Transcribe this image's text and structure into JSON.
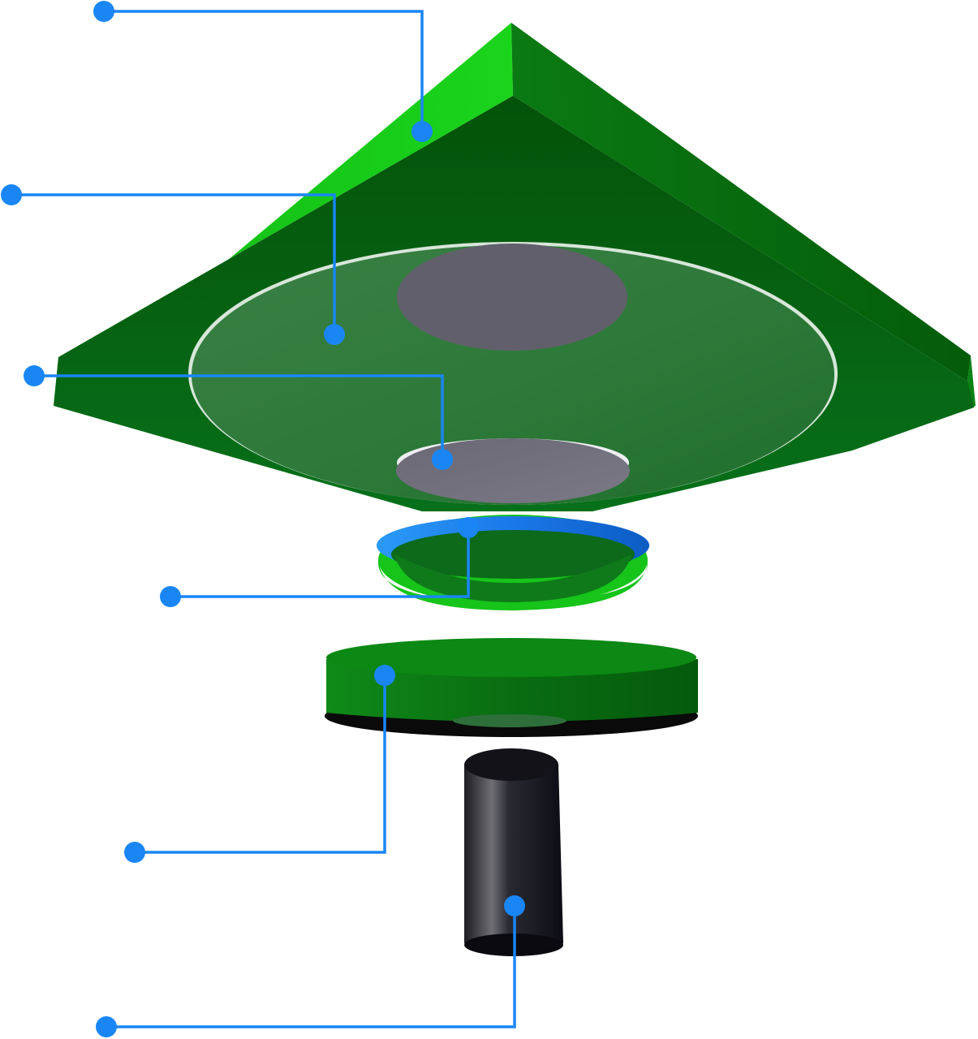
{
  "diagram": {
    "type": "exploded-assembly",
    "label_text": [],
    "colors": {
      "background": "#ffffff",
      "callout": "#1a86f5",
      "green_bright": "#18d018",
      "green_mid": "#0f9c16",
      "green_dark": "#045a0c",
      "green_darker": "#034a09",
      "gray_disc": "#72707d",
      "ring_blue": "#1a78e8",
      "cylinder_black": "#15151c"
    },
    "parts": [
      {
        "id": "square-plate",
        "callout": 1
      },
      {
        "id": "large-disc",
        "callout": 2
      },
      {
        "id": "small-gray-disc",
        "callout": 3
      },
      {
        "id": "lens-ring",
        "callout": 4
      },
      {
        "id": "round-base",
        "callout": 5
      },
      {
        "id": "cylinder",
        "callout": 6
      }
    ]
  }
}
